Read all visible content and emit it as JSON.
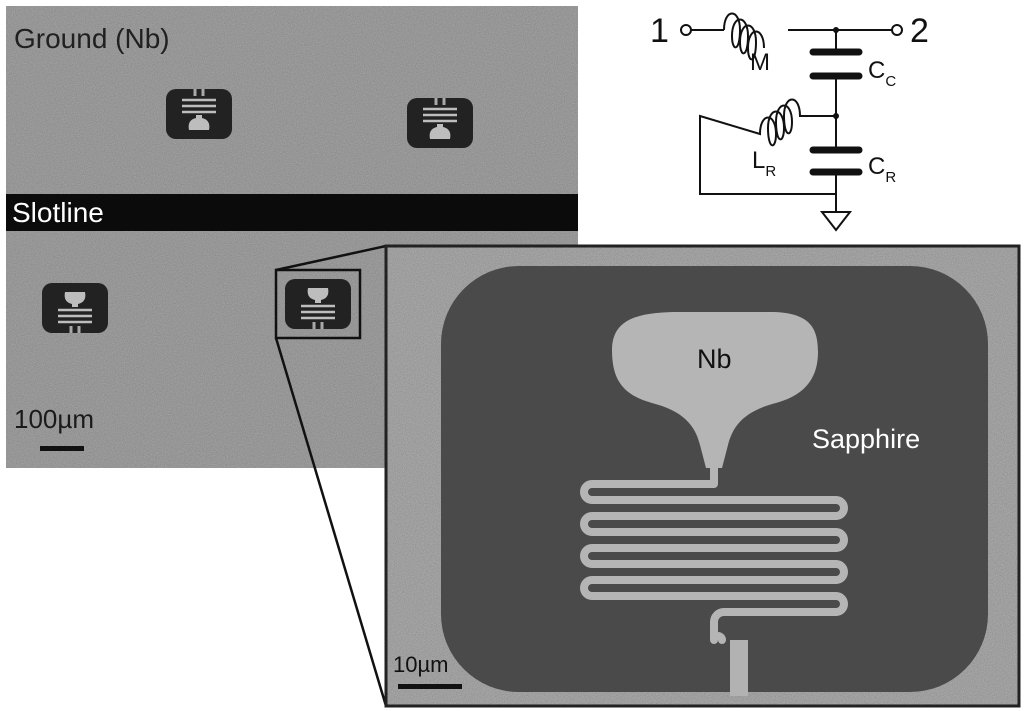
{
  "sem_overview": {
    "ground_label": "Ground (Nb)",
    "slotline_label": "Slotline",
    "scalebar_label": "100µm"
  },
  "circuit": {
    "port_1": "1",
    "port_2": "2",
    "mutual_inductance": "M",
    "coupling_cap": {
      "main": "C",
      "sub": "C"
    },
    "resonator_inductor": {
      "main": "L",
      "sub": "R"
    },
    "resonator_cap": {
      "main": "C",
      "sub": "R"
    }
  },
  "sem_zoom": {
    "nb_label": "Nb",
    "substrate_label": "Sapphire",
    "scalebar_label": "10µm"
  },
  "colors": {
    "sem_light": "#a9a9a9",
    "sem_dark": "#474747",
    "slotline": "#0b0b0b",
    "zoom_light": "#b2b2b2",
    "zoom_dark": "#4a4a4a"
  }
}
